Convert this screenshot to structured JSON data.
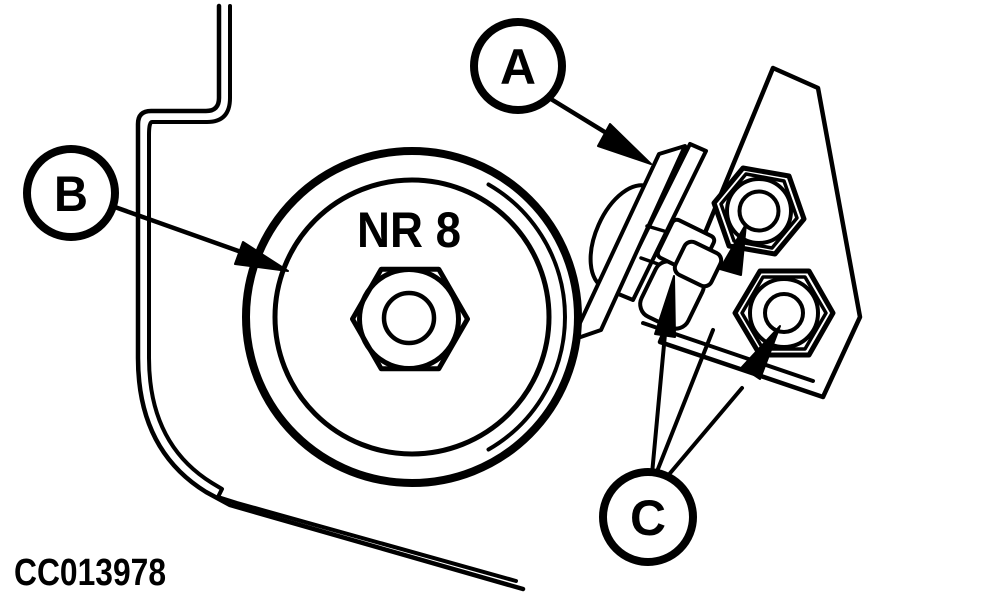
{
  "diagram": {
    "figure_code": "CC013978",
    "pulley_label": "NR 8",
    "callouts": {
      "a": "A",
      "b": "B",
      "c": "C"
    },
    "colors": {
      "line": "#000000",
      "background": "#ffffff"
    }
  }
}
